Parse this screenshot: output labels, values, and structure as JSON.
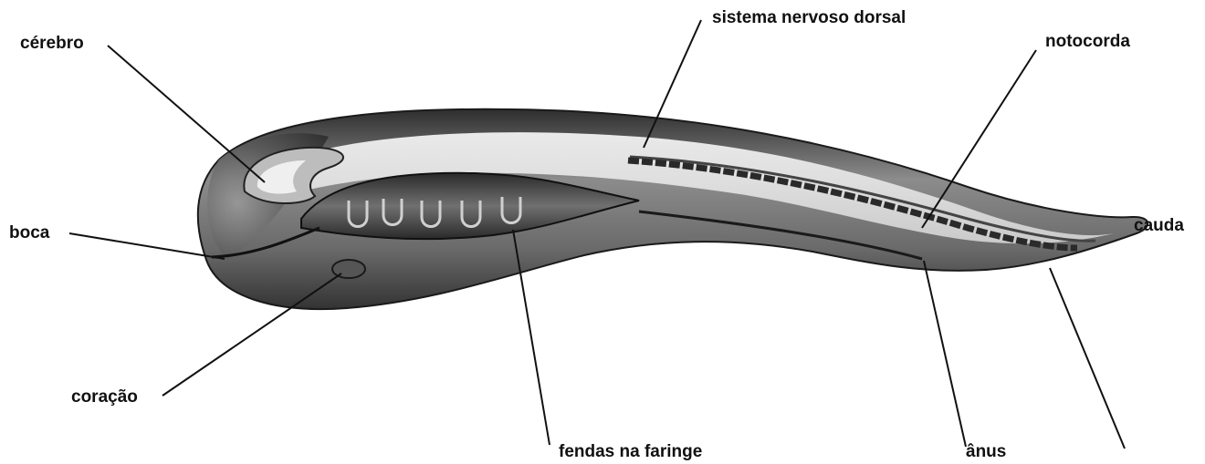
{
  "labels": {
    "cerebro": "cérebro",
    "sistema_nervoso_dorsal": "sistema nervoso dorsal",
    "notocorda": "notocorda",
    "boca": "boca",
    "cauda": "cauda",
    "coracao": "coração",
    "fendas_na_faringe": "fendas na faringe",
    "anus": "ânus"
  },
  "colors": {
    "body_dark": "#3a3a3a",
    "body_mid": "#8a8a8a",
    "body_light": "#e6e6e6",
    "line": "#111111"
  }
}
